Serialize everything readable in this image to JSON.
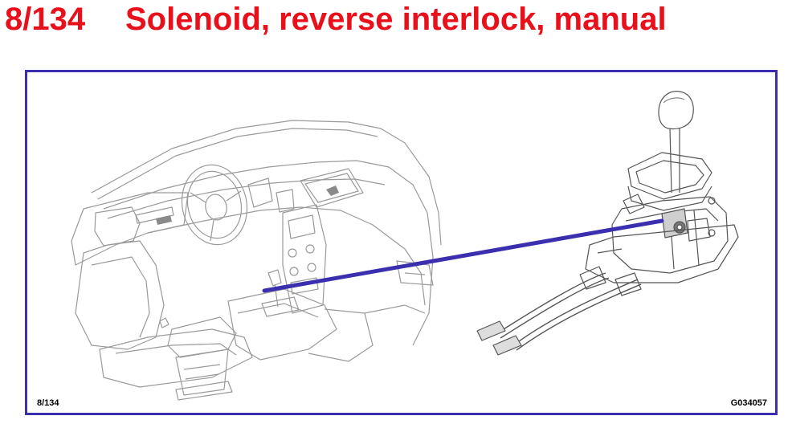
{
  "header": {
    "code": "8/134",
    "title": "Solenoid, reverse interlock, manual",
    "color": "#e8101a"
  },
  "figure": {
    "frame_color": "#3b2fb0",
    "callout_color": "#3b2fb0",
    "line_color": "#8a8a8a",
    "footer_left": "8/134",
    "footer_right": "G034057"
  }
}
